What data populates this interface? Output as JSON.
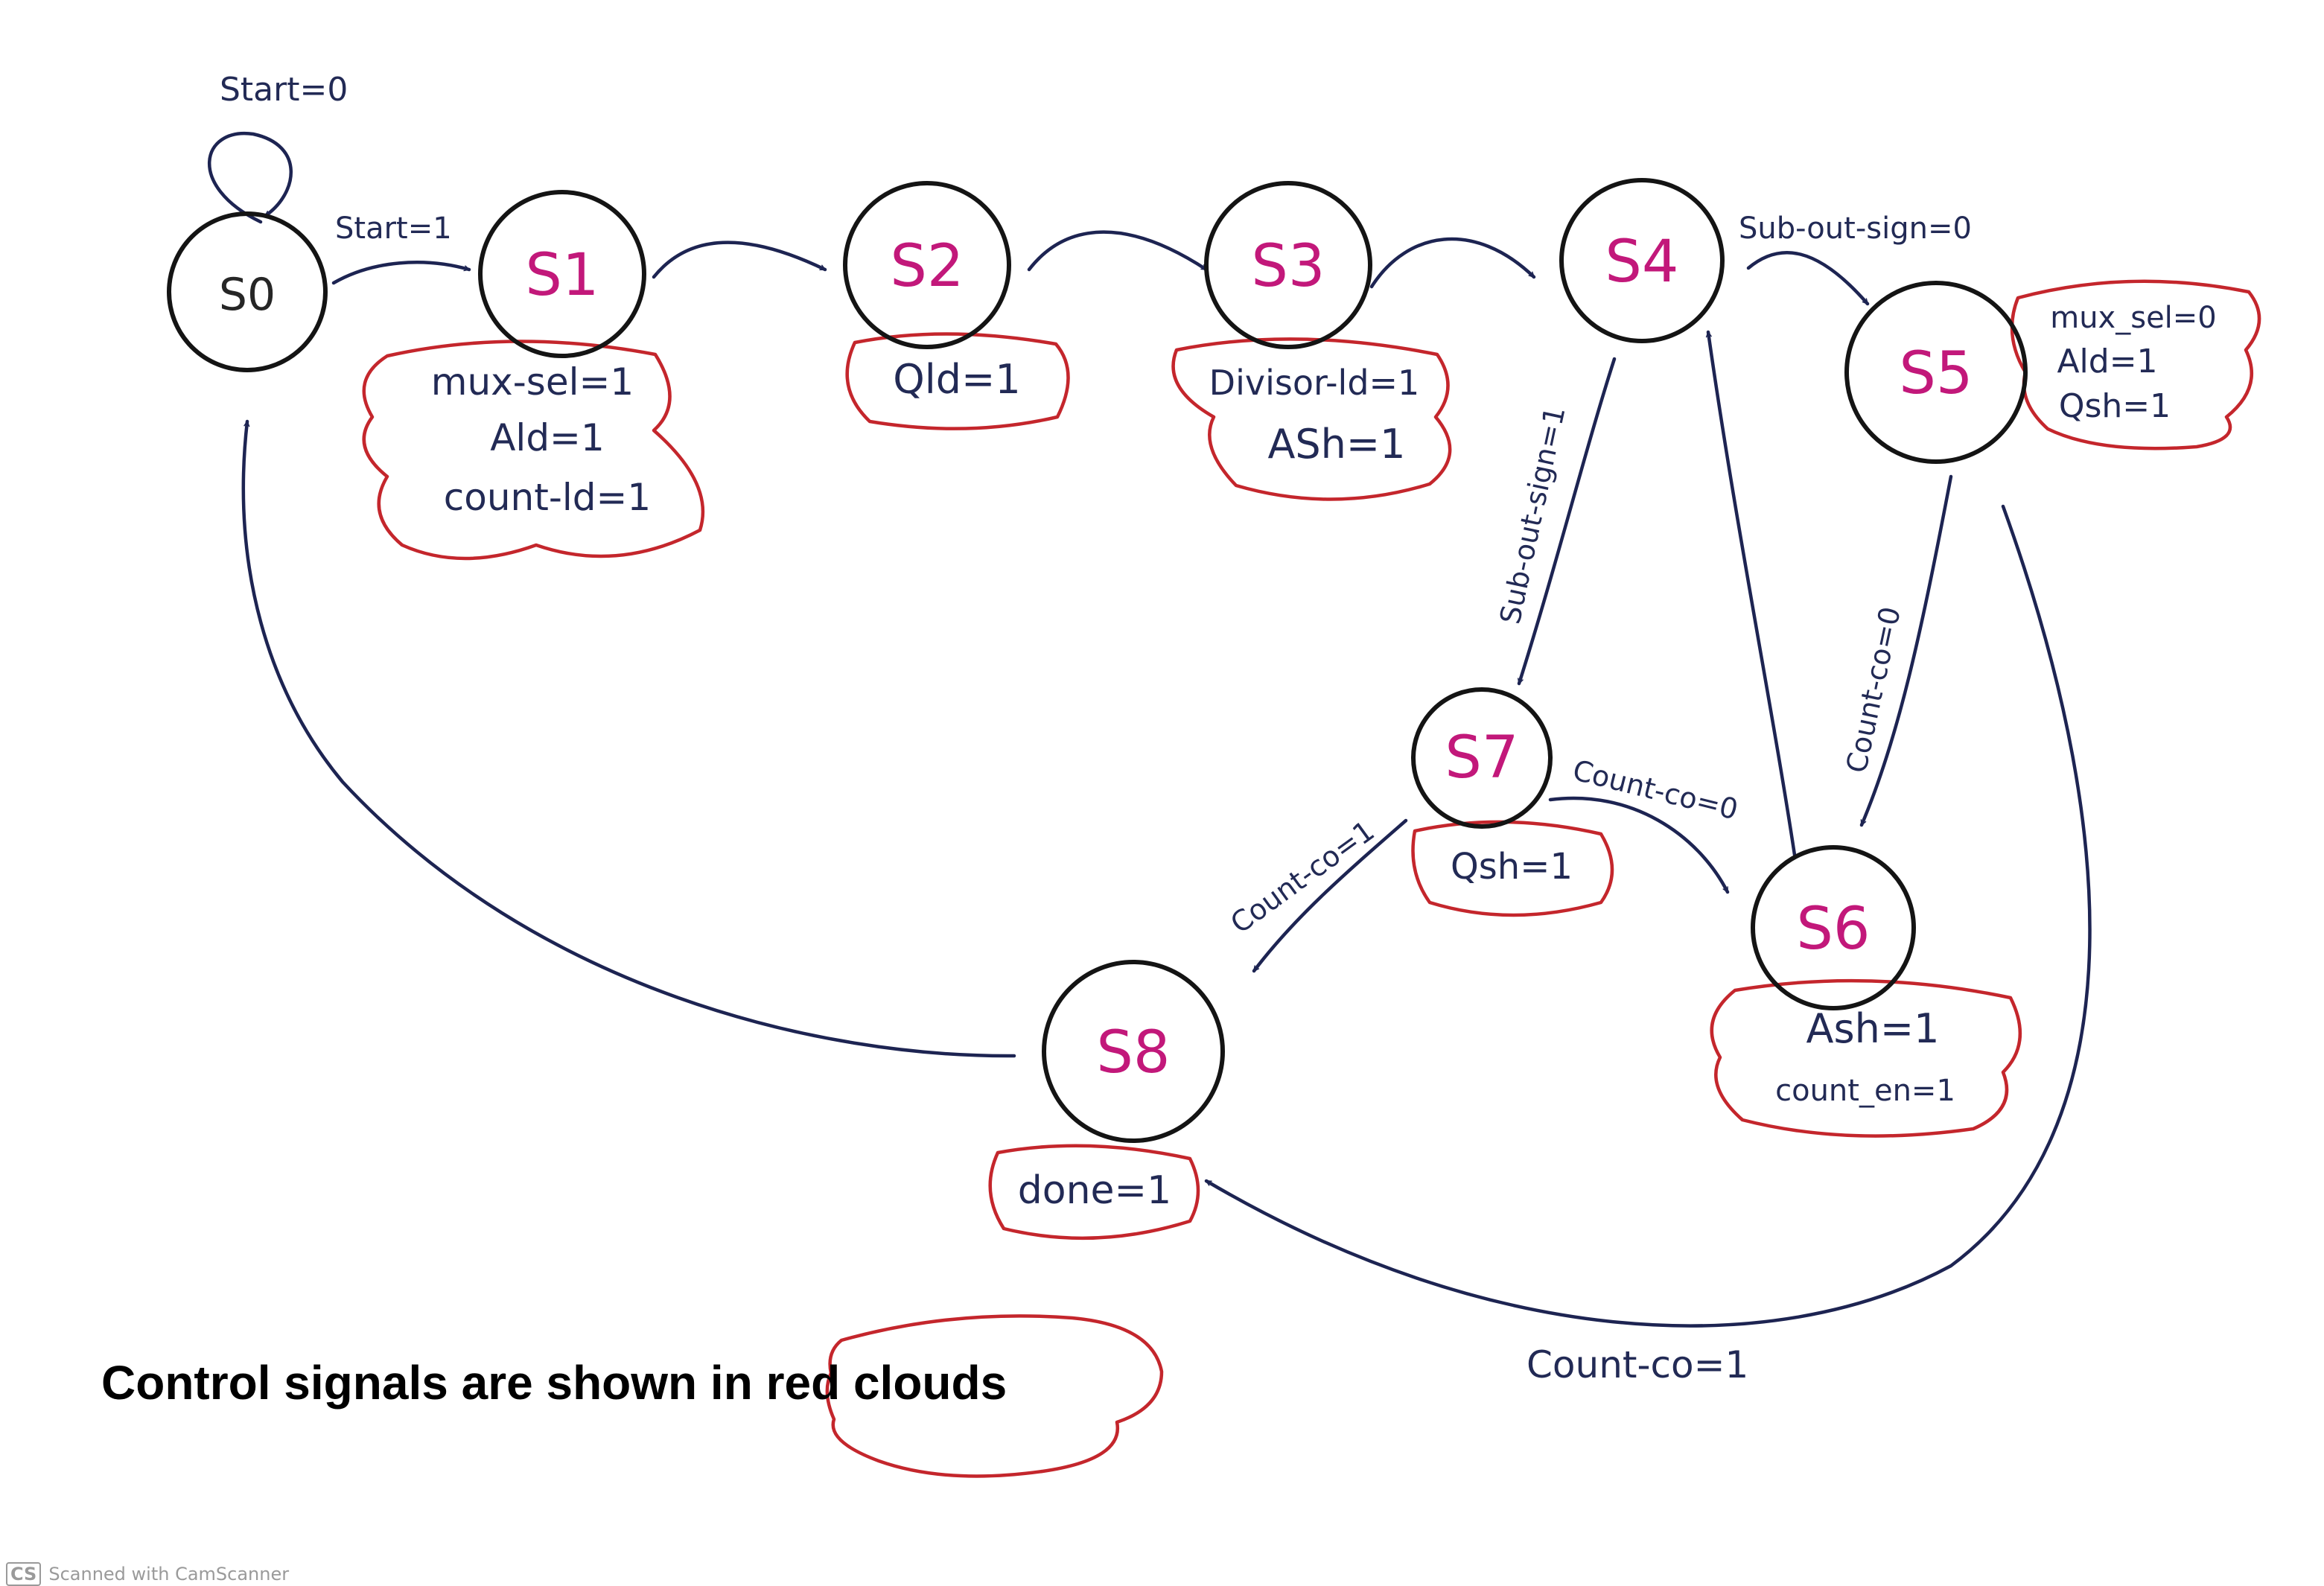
{
  "states": {
    "s0": "S0",
    "s1": "S1",
    "s2": "S2",
    "s3": "S3",
    "s4": "S4",
    "s5": "S5",
    "s6": "S6",
    "s7": "S7",
    "s8": "S8"
  },
  "signals": {
    "s1": [
      "mux-sel=1",
      "Ald=1",
      "count-ld=1"
    ],
    "s2": [
      "Qld=1"
    ],
    "s3": [
      "Divisor-ld=1",
      "ASh=1"
    ],
    "s5": [
      "mux_sel=0",
      "Ald=1",
      "Qsh=1"
    ],
    "s6": [
      "Ash=1",
      "count_en=1"
    ],
    "s7": [
      "Qsh=1"
    ],
    "s8": [
      "done=1"
    ]
  },
  "transitions": {
    "s0_self": "Start=0",
    "s0_s1": "Start=1",
    "s4_s5": "Sub-out-sign=0",
    "s4_s7": "Sub-out-sign=1",
    "s5_s6": "Count-co=0",
    "s7_s6": "Count-co=0",
    "s7_s8": "Count-co=1",
    "s5_s8": "Count-co=1"
  },
  "legend": "Control signals are shown in red clouds",
  "watermark": {
    "logo": "CS",
    "text": "Scanned with CamScanner"
  },
  "colors": {
    "state_label": "#c2187a",
    "cloud_outline": "#c4262c",
    "ink": "#1d2452",
    "node_outline": "#141414"
  }
}
